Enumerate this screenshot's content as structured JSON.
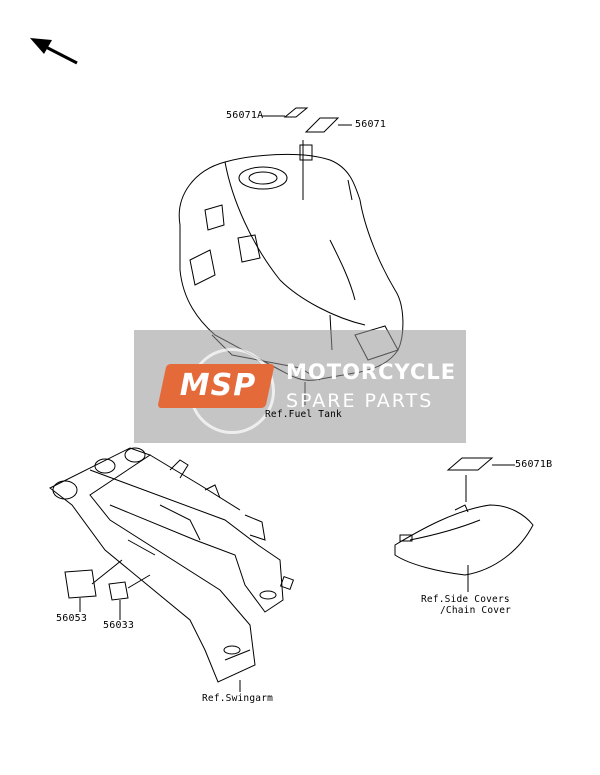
{
  "labels": {
    "part_56071A": "56071A",
    "part_56071": "56071",
    "ref_fuel_tank": "Ref.Fuel Tank",
    "part_56071B": "56071B",
    "ref_side_covers_1": "Ref.Side Covers",
    "ref_side_covers_2": "/Chain Cover",
    "part_56053": "56053",
    "part_56033": "56033",
    "ref_swingarm": "Ref.Swingarm"
  },
  "watermark": {
    "logo": "MSP",
    "line1": "MOTORCYCLE",
    "line2": "SPARE PARTS",
    "logo_color": "#e46a3a"
  },
  "icons": {
    "direction": "arrow-up-left-icon"
  }
}
